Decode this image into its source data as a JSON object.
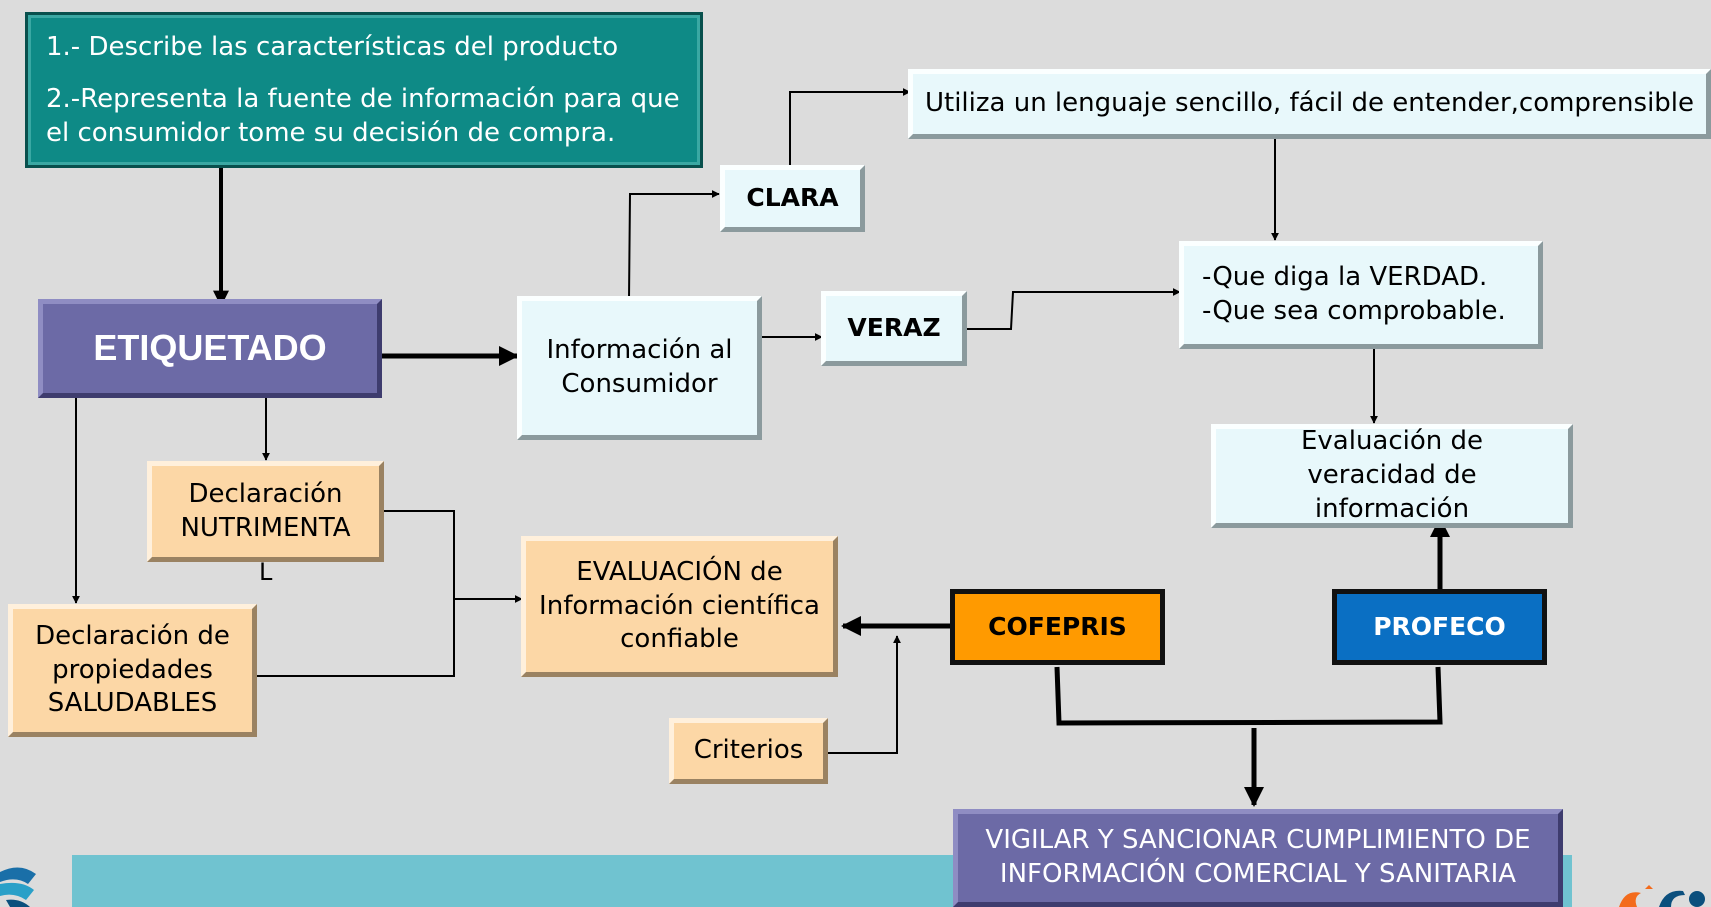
{
  "intro": {
    "line1": "1.- Describe las características del producto",
    "line2": "2.-Representa la fuente de información para que el consumidor tome su decisión de compra."
  },
  "nodes": {
    "etiquetado": "ETIQUETADO",
    "informacion": "Información al Consumidor",
    "clara": "CLARA",
    "veraz": "VERAZ",
    "lenguaje": "Utiliza un lenguaje sencillo, fácil de entender,comprensible",
    "verdad1": "-Que diga la VERDAD.",
    "verdad2": "-Que sea comprobable.",
    "evaluacion_veracidad": "Evaluación de veracidad de información",
    "declaracion_nutrimental": "Declaración NUTRIMENTA",
    "stray_letter": "L",
    "declaracion_saludables": "Declaración de propiedades SALUDABLES",
    "evaluacion_cientifica": "EVALUACIÓN de Información científica confiable",
    "criterios": "Criterios",
    "cofepris": "COFEPRIS",
    "profeco": "PROFECO",
    "vigilar": "VIGILAR Y SANCIONAR CUMPLIMIENTO DE INFORMACIÓN COMERCIAL Y SANITARIA"
  },
  "colors": {
    "background": "#dcdcdc",
    "teal": "#0e8a86",
    "purple": "#6c6aa6",
    "cyan": "#e8f8fb",
    "peach": "#fcd7a6",
    "orange": "#ff9a00",
    "blue": "#0a6fc3",
    "band": "#70c3d0"
  }
}
